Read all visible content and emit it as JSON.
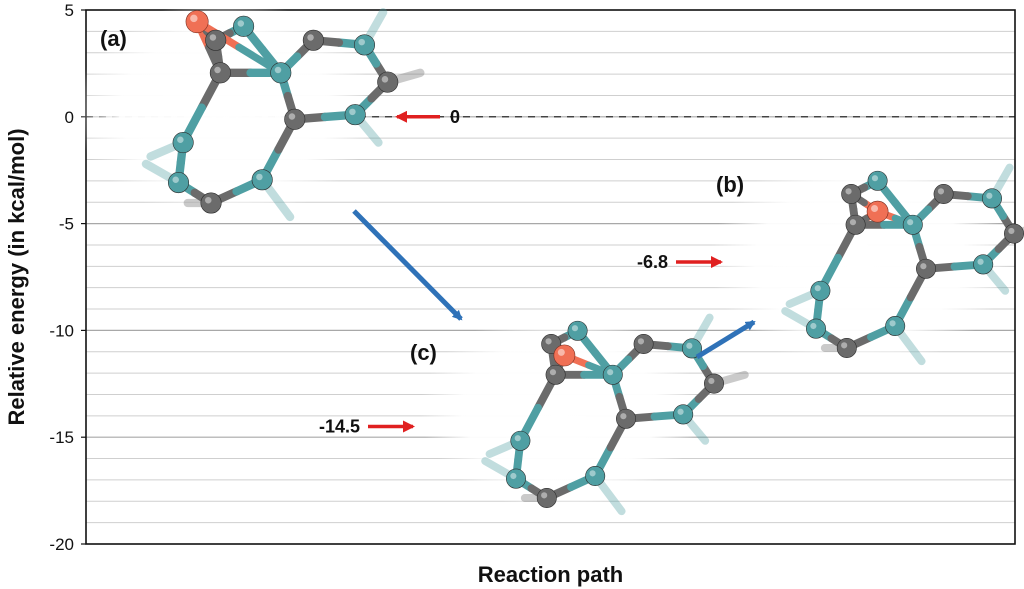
{
  "chart_data": {
    "type": "scatter",
    "title": "",
    "xlabel": "Reaction path",
    "ylabel": "Relative energy (in kcal/mol)",
    "ylim": [
      -20,
      5
    ],
    "yticks": [
      "5",
      "0",
      "-5",
      "-10",
      "-15",
      "-20"
    ],
    "grid": true,
    "reference_line": {
      "y": 0,
      "style": "dashed"
    },
    "points": [
      {
        "label": "(a)",
        "energy": 0,
        "value_text": "0"
      },
      {
        "label": "(c)",
        "energy": -14.5,
        "value_text": "-14.5"
      },
      {
        "label": "(b)",
        "energy": -6.8,
        "value_text": "-6.8"
      }
    ],
    "path_order": [
      "(a)",
      "(c)",
      "(b)"
    ]
  },
  "colors": {
    "carbon": "#6b6b6b",
    "nitrogen": "#4f9fa3",
    "oxygen": "#f07055",
    "arrow_blue": "#2f72b8",
    "arrow_red": "#e02020",
    "grid": "#cfcfcf"
  }
}
